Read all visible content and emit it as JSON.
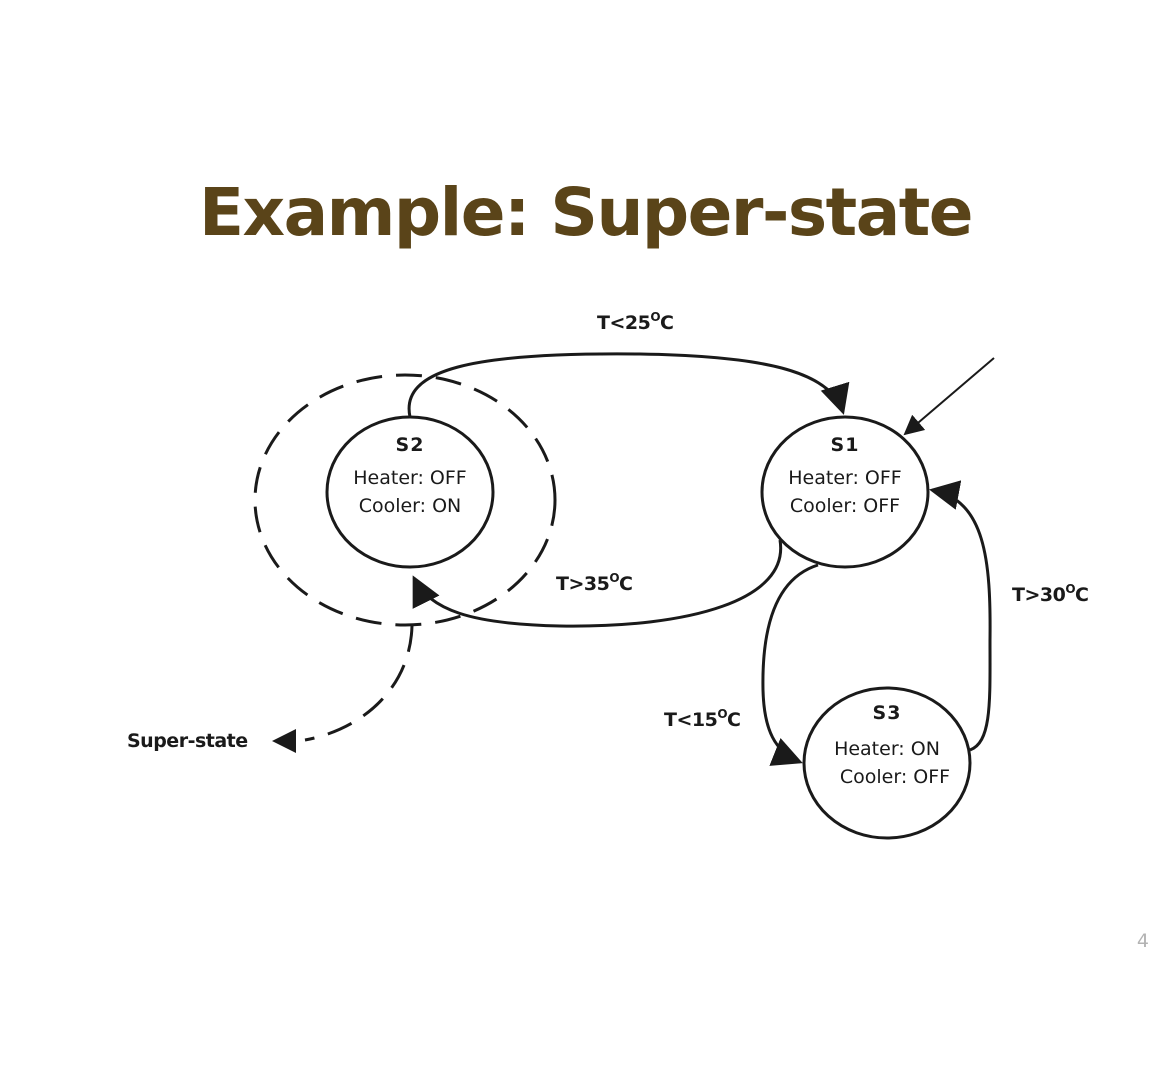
{
  "slide": {
    "title": "Example: Super-state",
    "title_color": "#5a4419",
    "page_number": "4",
    "page_number_color": "#b3b3b3"
  },
  "diagram": {
    "line_color": "#1a1a1a",
    "states": [
      {
        "id": "S2",
        "name": "S2",
        "heater": "Heater: OFF",
        "cooler": "Cooler: ON"
      },
      {
        "id": "S1",
        "name": "S1",
        "heater": "Heater: OFF",
        "cooler": "Cooler: OFF"
      },
      {
        "id": "S3",
        "name": "S3",
        "heater": "Heater: ON",
        "cooler": "Cooler: OFF"
      }
    ],
    "transitions": [
      {
        "from": "S2",
        "to": "S1",
        "condition": {
          "main": "T<25",
          "sup": "O",
          "unit": "C"
        }
      },
      {
        "from": "S1",
        "to": "S2",
        "condition": {
          "main": "T>35",
          "sup": "O",
          "unit": "C"
        }
      },
      {
        "from": "S1",
        "to": "S3",
        "condition": {
          "main": "T<15",
          "sup": "O",
          "unit": "C"
        }
      },
      {
        "from": "S3",
        "to": "S1",
        "condition": {
          "main": "T>30",
          "sup": "O",
          "unit": "C"
        }
      }
    ],
    "super_state": {
      "label": "Super-state",
      "contains": [
        "S2"
      ]
    }
  }
}
